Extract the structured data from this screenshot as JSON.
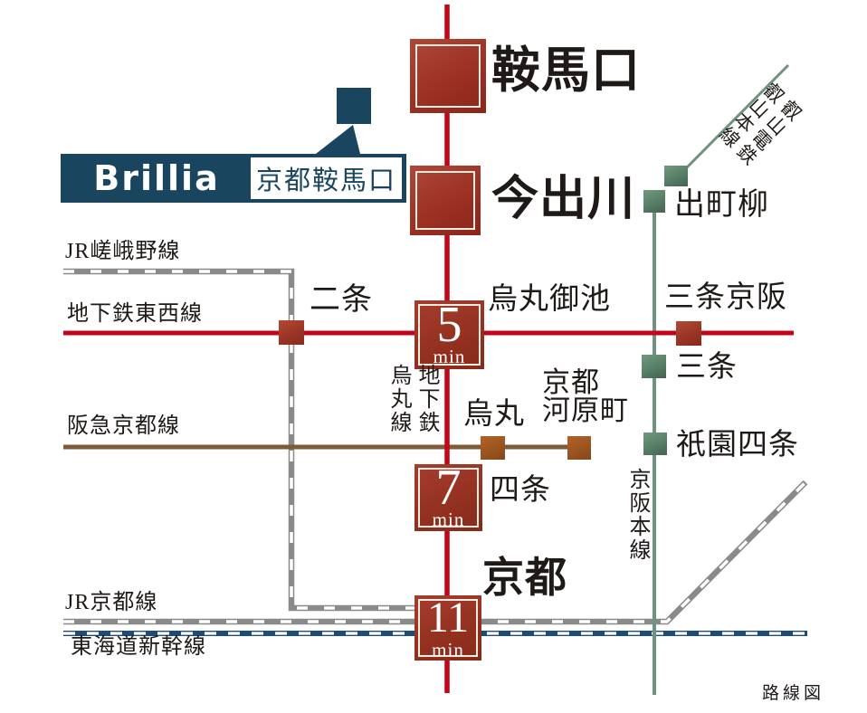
{
  "brand": {
    "logo": "Brillia",
    "property": "京都鞍馬口"
  },
  "line_labels": {
    "jr_sagano": "JR嵯峨野線",
    "tozai": "地下鉄東西線",
    "hankyu": "阪急京都線",
    "jr_kyoto": "JR京都線",
    "shinkansen": "東海道新幹線",
    "karasuma_col1": "地下鉄",
    "karasuma_col2": "烏丸線",
    "keihan": "京阪本線",
    "eizan_col1": "叡山電鉄",
    "eizan_col2": "叡山本線"
  },
  "stations": {
    "kuramaguchi": "鞍馬口",
    "imadegawa": "今出川",
    "demachiyanagi": "出町柳",
    "nijo": "二条",
    "karasuma_oike": "烏丸御池",
    "sanjo_keihan": "三条京阪",
    "sanjo": "三条",
    "karasuma": "烏丸",
    "kyoto_kawaramachi_line1": "京都",
    "kyoto_kawaramachi_line2": "河原町",
    "gion_shijo": "祇園四条",
    "shijo": "四条",
    "kyoto": "京都"
  },
  "travel_times": {
    "to_karasuma_oike": {
      "minutes": "5",
      "unit": "min"
    },
    "to_shijo": {
      "minutes": "7",
      "unit": "min"
    },
    "to_kyoto": {
      "minutes": "11",
      "unit": "min"
    }
  },
  "caption": "路線図",
  "colors": {
    "subway_red": "#c40418",
    "station_dark_red": "#9a2f22",
    "jr_gray": "#8a8a8a",
    "shinkansen_blue": "#1b4c7c",
    "hankyu_brown": "#7d5a38",
    "hankyu_marker_brown": "#9a5420",
    "keihan_green": "#6f9381",
    "keihan_marker_green": "#567e66",
    "brand_navy": "#1a455f",
    "text_black": "#1f1a17"
  }
}
